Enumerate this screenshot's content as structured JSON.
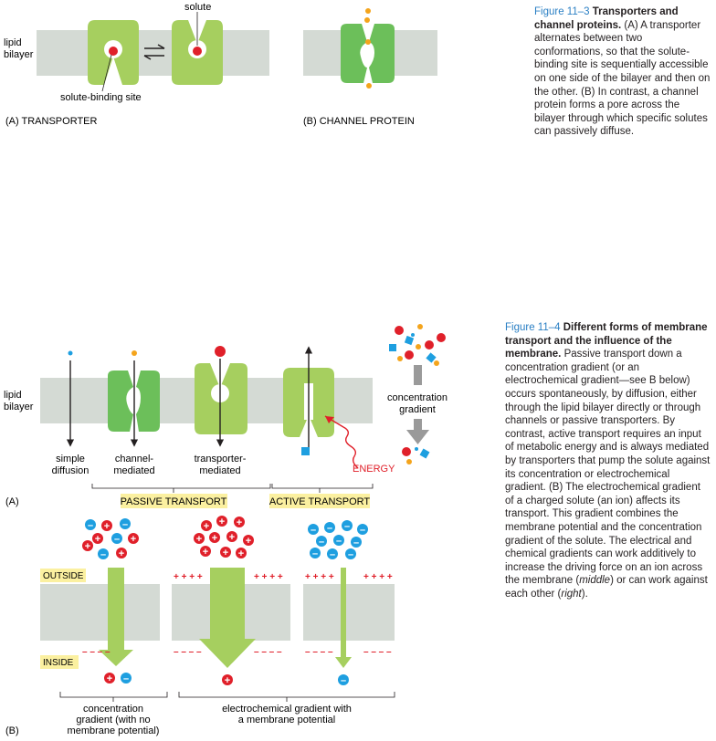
{
  "fig3": {
    "caption_number": "Figure 11–3",
    "caption_title": "Transporters and channel proteins.",
    "caption_body": "(A) A transporter alternates between two conformations, so that the solute-binding site is sequentially accessible on one side of the bilayer and then on the other. (B) In contrast, a channel protein forms a pore across the bilayer through which specific solutes can passively diffuse.",
    "lipid_bilayer_line1": "lipid",
    "lipid_bilayer_line2": "bilayer",
    "solute_label": "solute",
    "binding_site_label": "solute-binding site",
    "panel_a_label": "(A) TRANSPORTER",
    "panel_b_label": "(B) CHANNEL PROTEIN"
  },
  "fig4": {
    "caption_number": "Figure 11–4",
    "caption_title": "Different forms of membrane transport and the influence of the membrane.",
    "caption_body": "Passive transport down a concentration gradient (or an electrochemical gradient—see B below) occurs spontaneously, by diffusion, either through the lipid bilayer directly or through channels or passive transporters. By contrast, active transport requires an input of metabolic energy and is always mediated by transporters that pump the solute against its concentration or electrochemical gradient. (B) The electrochemical gradient of a charged solute (an ion) affects its transport. This gradient combines the membrane potential and the concentration gradient of the solute. The electrical and chemical gradients can work additively to increase the driving force on an ion across the membrane (",
    "caption_middle": "middle",
    "caption_mid2": ") or can work against each other (",
    "caption_right": "right",
    "caption_end": ").",
    "lipid_bilayer_line1": "lipid",
    "lipid_bilayer_line2": "bilayer",
    "simple_line1": "simple",
    "simple_line2": "diffusion",
    "channel_line1": "channel-",
    "channel_line2": "mediated",
    "transporter_line1": "transporter-",
    "transporter_line2": "mediated",
    "energy_label": "ENERGY",
    "conc_line1": "concentration",
    "conc_line2": "gradient",
    "passive_label": "PASSIVE TRANSPORT",
    "active_label": "ACTIVE TRANSPORT",
    "panel_a_label": "(A)",
    "panel_b_label": "(B)",
    "outside_label": "OUTSIDE",
    "inside_label": "INSIDE",
    "plus_row": "+ + + +",
    "minus_row": "– – – –",
    "plus_sign": "+",
    "minus_sign": "–",
    "b_left_line1": "concentration",
    "b_left_line2": "gradient (with no",
    "b_left_line3": "membrane potential)",
    "b_right_line1": "electrochemical gradient with",
    "b_right_line2": "a membrane potential"
  },
  "colors": {
    "bilayer": "#d4dad4",
    "transporter_green": "#a6cf5f",
    "channel_green": "#6cbf5a",
    "solute_red": "#e0202a",
    "solute_orange": "#f4a41c",
    "solute_blue": "#1e9fe0",
    "highlight_yellow": "#fbf0a0",
    "caption_blue": "#2a7fc4",
    "energy_red": "#e0202a"
  }
}
